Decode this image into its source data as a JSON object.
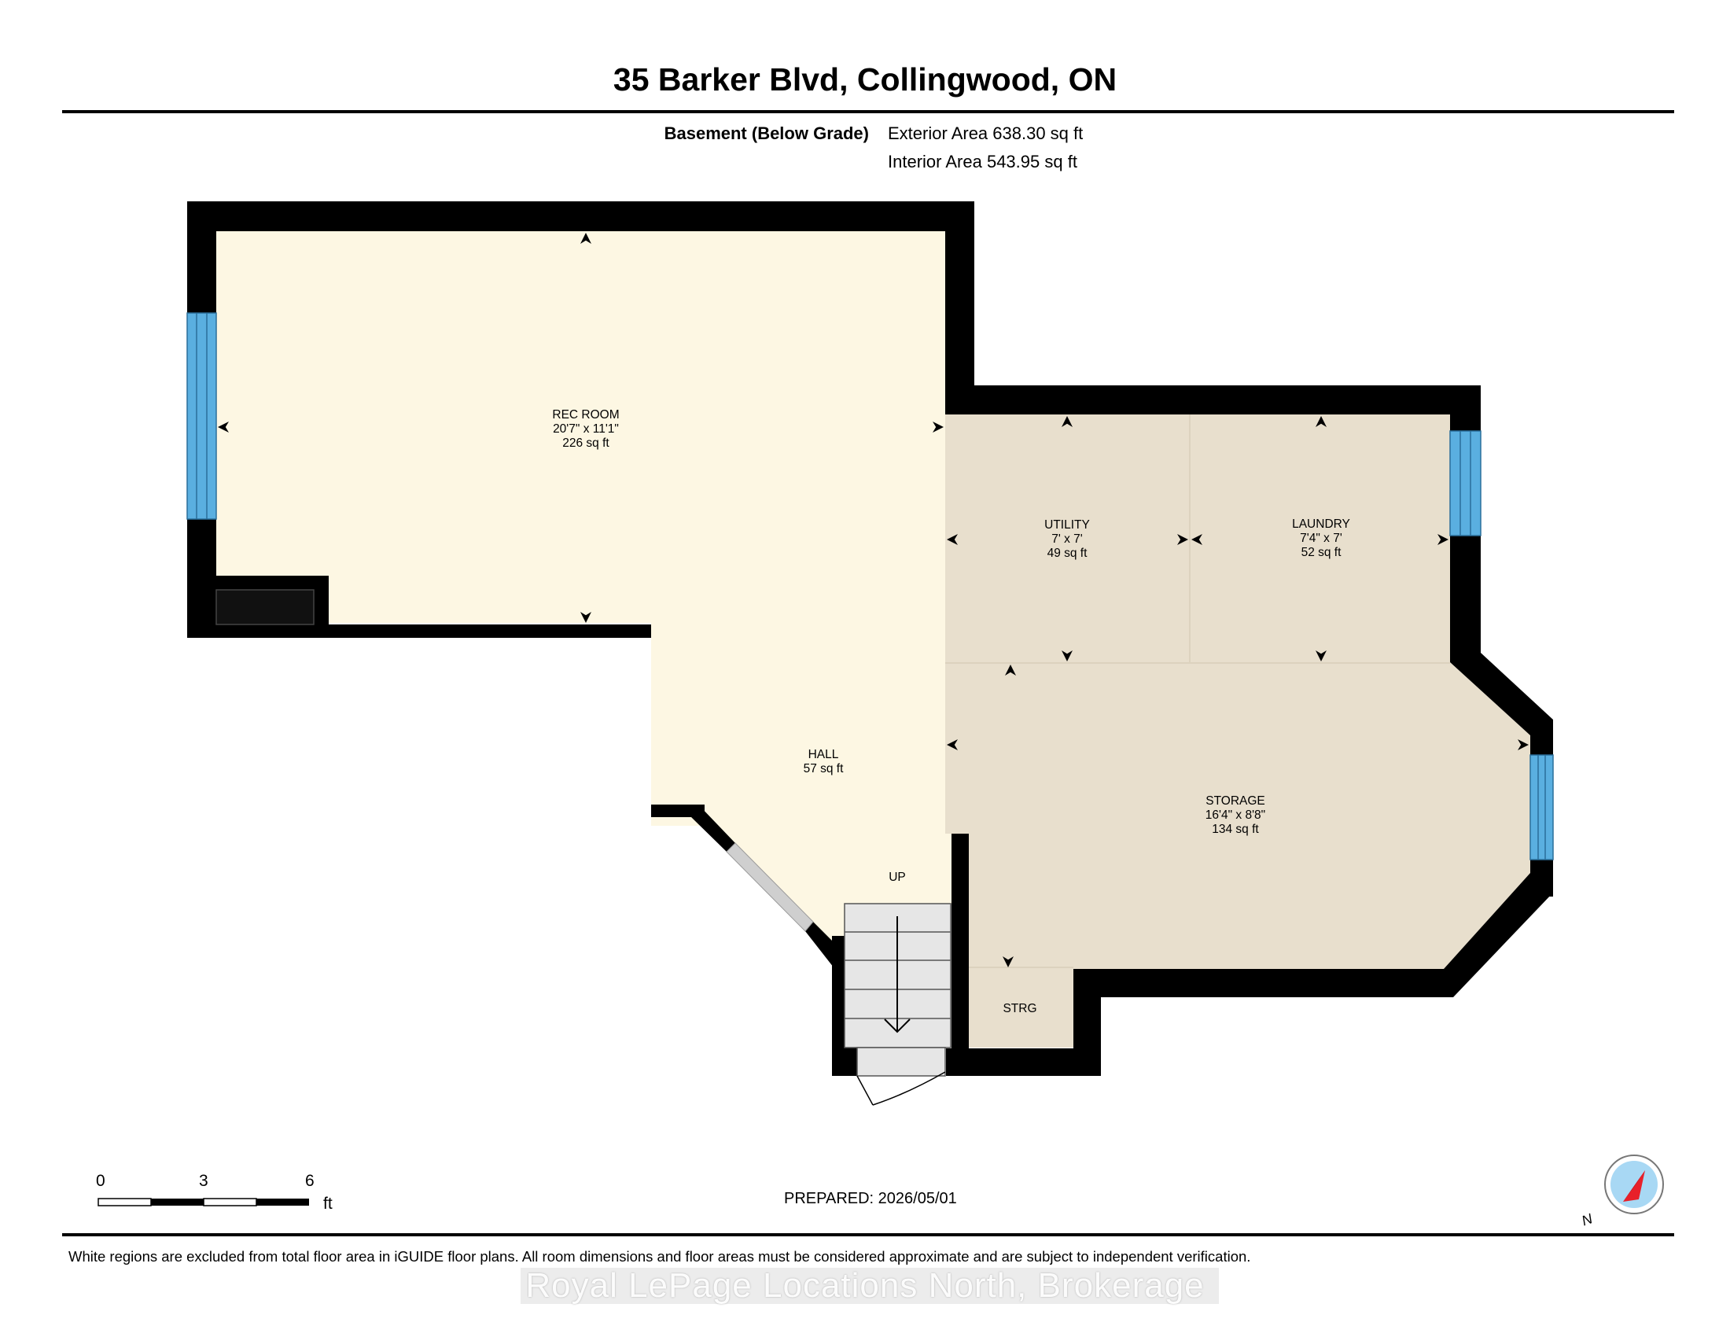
{
  "header": {
    "title": "35 Barker Blvd, Collingwood, ON",
    "floor_label": "Basement (Below Grade)",
    "exterior_area": "Exterior Area 638.30 sq ft",
    "interior_area": "Interior Area 543.95 sq ft"
  },
  "rooms": {
    "rec_room": {
      "name": "REC ROOM",
      "dims": "20'7\" x 11'1\"",
      "area": "226 sq ft"
    },
    "utility": {
      "name": "UTILITY",
      "dims": "7' x 7'",
      "area": "49 sq ft"
    },
    "laundry": {
      "name": "LAUNDRY",
      "dims": "7'4\" x 7'",
      "area": "52 sq ft"
    },
    "hall": {
      "name": "HALL",
      "area": "57 sq ft"
    },
    "storage": {
      "name": "STORAGE",
      "dims": "16'4\" x 8'8\"",
      "area": "134 sq ft"
    },
    "strg": {
      "name": "STRG"
    },
    "stairs": {
      "label": "UP"
    }
  },
  "scale": {
    "ticks": [
      "0",
      "3",
      "6"
    ],
    "unit": "ft"
  },
  "compass": {
    "label": "N"
  },
  "footer": {
    "prepared": "PREPARED: 2026/05/01",
    "disclaimer": "White regions are excluded from total floor area in iGUIDE floor plans. All room dimensions and floor areas must be considered approximate and are subject to independent verification.",
    "watermark": "Royal LePage Locations North, Brokerage"
  },
  "colors": {
    "rec_hall_fill": "#fdf7e3",
    "utility_fill": "#e8dfcd",
    "wall": "#000000",
    "window": "#5aafe0",
    "stairs": "#e6e6e6",
    "compass_red": "#e8202a",
    "compass_blue": "#a8d8f4"
  }
}
